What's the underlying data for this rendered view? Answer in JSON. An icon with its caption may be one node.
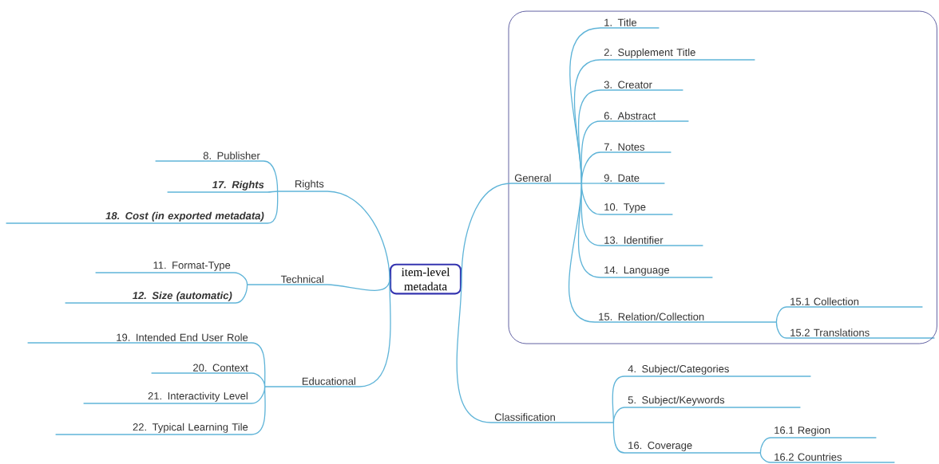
{
  "diagram": {
    "nodes": [
      {
        "text": [
          "item-level metadata"
        ]
      },
      {
        "text": [
          "Rights"
        ]
      },
      {
        "text": [
          "8. Publisher"
        ]
      },
      {
        "text": [
          "17. Rights"
        ]
      },
      {
        "text": [
          "18. Cost (in exported metadata)"
        ]
      },
      {
        "text": [
          "Technical"
        ]
      },
      {
        "text": [
          "11. Format-Type"
        ]
      },
      {
        "text": [
          "12. Size (automatic)"
        ]
      },
      {
        "text": [
          "Educational"
        ]
      },
      {
        "text": [
          "19. Intended End User Role"
        ]
      },
      {
        "text": [
          "20. Context"
        ]
      },
      {
        "text": [
          "21. Interactivity Level"
        ]
      },
      {
        "text": [
          "22. Typical Learning Tile"
        ]
      },
      {
        "text": [],
        "shape": "box"
      },
      {
        "text": [
          "General"
        ],
        "in": 13
      },
      {
        "text": [
          "1. Title"
        ],
        "in": 13
      },
      {
        "text": [
          "2. Supplement Title"
        ],
        "in": 13
      },
      {
        "text": [
          "3. Creator"
        ],
        "in": 13
      },
      {
        "text": [
          "6. Abstract"
        ],
        "in": 13
      },
      {
        "text": [
          "7. Notes"
        ],
        "in": 13
      },
      {
        "text": [
          "9. Date"
        ],
        "in": 13
      },
      {
        "text": [
          "10. Type"
        ],
        "in": 13
      },
      {
        "text": [
          "13. Identifier"
        ],
        "in": 13
      },
      {
        "text": [
          "14. Language"
        ],
        "in": 13
      },
      {
        "text": [
          "15. Relation/Collection"
        ],
        "in": 13
      },
      {
        "text": [
          "15.1 Collection"
        ],
        "in": 13
      },
      {
        "text": [
          "15.2 Translations"
        ],
        "in": 13
      },
      {
        "text": [
          "Classification"
        ]
      },
      {
        "text": [
          "4. Subject/Categories"
        ]
      },
      {
        "text": [
          "5. Subject/Keywords"
        ]
      },
      {
        "text": [
          "16. Coverage"
        ]
      },
      {
        "text": [
          "16.1 Region"
        ]
      },
      {
        "text": [
          "16.2 Countries"
        ]
      }
    ],
    "edges": [
      {
        "from": 0,
        "to": 1,
        "arrow": "none"
      },
      {
        "from": 1,
        "to": 2,
        "arrow": "none"
      },
      {
        "from": 1,
        "to": 3,
        "arrow": "none"
      },
      {
        "from": 1,
        "to": 4,
        "arrow": "none"
      },
      {
        "from": 0,
        "to": 5,
        "arrow": "none"
      },
      {
        "from": 5,
        "to": 6,
        "arrow": "none"
      },
      {
        "from": 5,
        "to": 7,
        "arrow": "none"
      },
      {
        "from": 0,
        "to": 8,
        "arrow": "none"
      },
      {
        "from": 8,
        "to": 9,
        "arrow": "none"
      },
      {
        "from": 8,
        "to": 10,
        "arrow": "none"
      },
      {
        "from": 8,
        "to": 11,
        "arrow": "none"
      },
      {
        "from": 8,
        "to": 12,
        "arrow": "none"
      },
      {
        "from": 0,
        "to": 14,
        "arrow": "none"
      },
      {
        "from": 14,
        "to": 15,
        "arrow": "none"
      },
      {
        "from": 14,
        "to": 16,
        "arrow": "none"
      },
      {
        "from": 14,
        "to": 17,
        "arrow": "none"
      },
      {
        "from": 14,
        "to": 18,
        "arrow": "none"
      },
      {
        "from": 14,
        "to": 19,
        "arrow": "none"
      },
      {
        "from": 14,
        "to": 20,
        "arrow": "none"
      },
      {
        "from": 14,
        "to": 21,
        "arrow": "none"
      },
      {
        "from": 14,
        "to": 22,
        "arrow": "none"
      },
      {
        "from": 14,
        "to": 23,
        "arrow": "none"
      },
      {
        "from": 14,
        "to": 24,
        "arrow": "none"
      },
      {
        "from": 24,
        "to": 25,
        "arrow": "none"
      },
      {
        "from": 24,
        "to": 26,
        "arrow": "none"
      },
      {
        "from": 0,
        "to": 27,
        "arrow": "none"
      },
      {
        "from": 27,
        "to": 28,
        "arrow": "none"
      },
      {
        "from": 27,
        "to": 29,
        "arrow": "none"
      },
      {
        "from": 27,
        "to": 30,
        "arrow": "none"
      },
      {
        "from": 30,
        "to": 31,
        "arrow": "none"
      },
      {
        "from": 30,
        "to": 32,
        "arrow": "none"
      }
    ]
  }
}
